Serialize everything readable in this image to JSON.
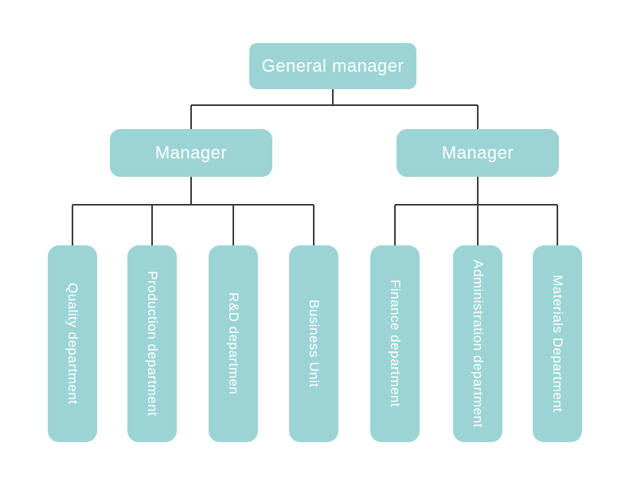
{
  "chart_data": {
    "type": "org-tree",
    "root": {
      "label": "General manager"
    },
    "branches": [
      {
        "manager": {
          "label": "Manager"
        },
        "departments": [
          {
            "label": "Quality department"
          },
          {
            "label": "Production department"
          },
          {
            "label": "R&D departmen"
          },
          {
            "label": "Business Unit"
          }
        ]
      },
      {
        "manager": {
          "label": "Manager"
        },
        "departments": [
          {
            "label": "Finance department"
          },
          {
            "label": "Administration department"
          },
          {
            "label": "Materials Department"
          }
        ]
      }
    ]
  },
  "colors": {
    "node_fill": "#9cd4d5",
    "node_text": "#ffffff",
    "connector": "#3a3a3a",
    "background": "#ffffff"
  }
}
